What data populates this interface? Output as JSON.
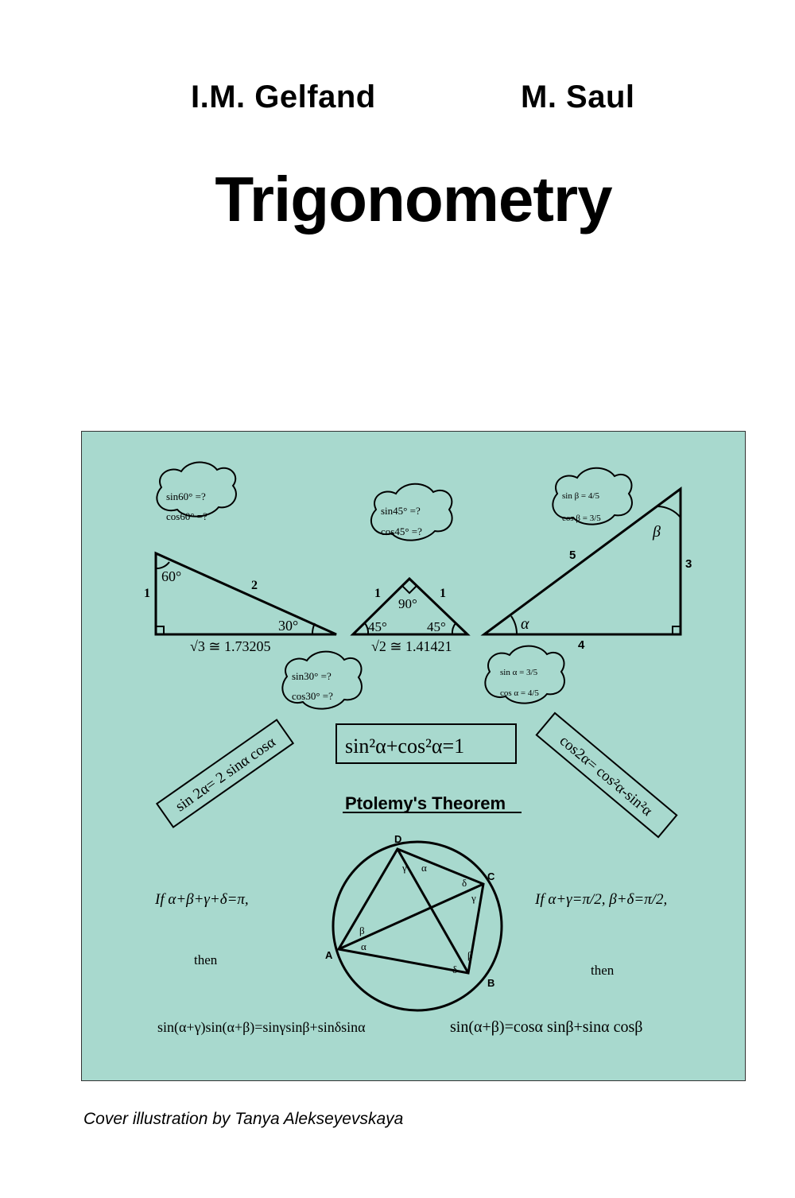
{
  "cover": {
    "authors": [
      "I.M. Gelfand",
      "M. Saul"
    ],
    "title": "Trigonometry",
    "credit": "Cover illustration by Tanya Alekseyevskaya",
    "panel_color": "#a8d9ce"
  },
  "illustration": {
    "cloud_60": [
      "sin60° =?",
      "cos60° =?"
    ],
    "cloud_45": [
      "sin45° =?",
      "cos45° =?"
    ],
    "cloud_beta": [
      "sin β = 4/5",
      "cos β = 3/5"
    ],
    "cloud_30": [
      "sin30° =?",
      "cos30° =?"
    ],
    "cloud_alpha": [
      "sin α = 3/5",
      "cos α = 4/5"
    ],
    "tri1": {
      "angle_top": "60°",
      "angle_right": "30°",
      "side_left": "1",
      "side_hyp": "2",
      "base": "√3 ≅ 1.73205"
    },
    "tri2": {
      "angle_top": "90°",
      "angle_left": "45°",
      "angle_right": "45°",
      "side_left": "1",
      "side_right": "1",
      "base": "√2 ≅ 1.41421"
    },
    "tri3": {
      "angle_top": "β",
      "angle_left": "α",
      "side_hyp": "5",
      "side_right": "3",
      "base": "4"
    },
    "identity_main": "sin²α+cos²α=1",
    "identity_sin2": "sin 2α= 2 sinα cosα",
    "identity_cos2": "cos2α= cos²α-sin²α",
    "ptolemy_heading": "Ptolemy's Theorem",
    "points": [
      "A",
      "B",
      "C",
      "D"
    ],
    "circle_angles": [
      "γ",
      "α",
      "δ",
      "γ",
      "β",
      "α",
      "β",
      "δ"
    ],
    "if_left": "If  α+β+γ+δ=π,",
    "then_left": "then",
    "formula_left": "sin(α+γ)sin(α+β)=sinγsinβ+sinδsinα",
    "if_right": "If  α+γ=π/2,  β+δ=π/2,",
    "then_right": "then",
    "formula_right": "sin(α+β)=cosα sinβ+sinα cosβ"
  }
}
